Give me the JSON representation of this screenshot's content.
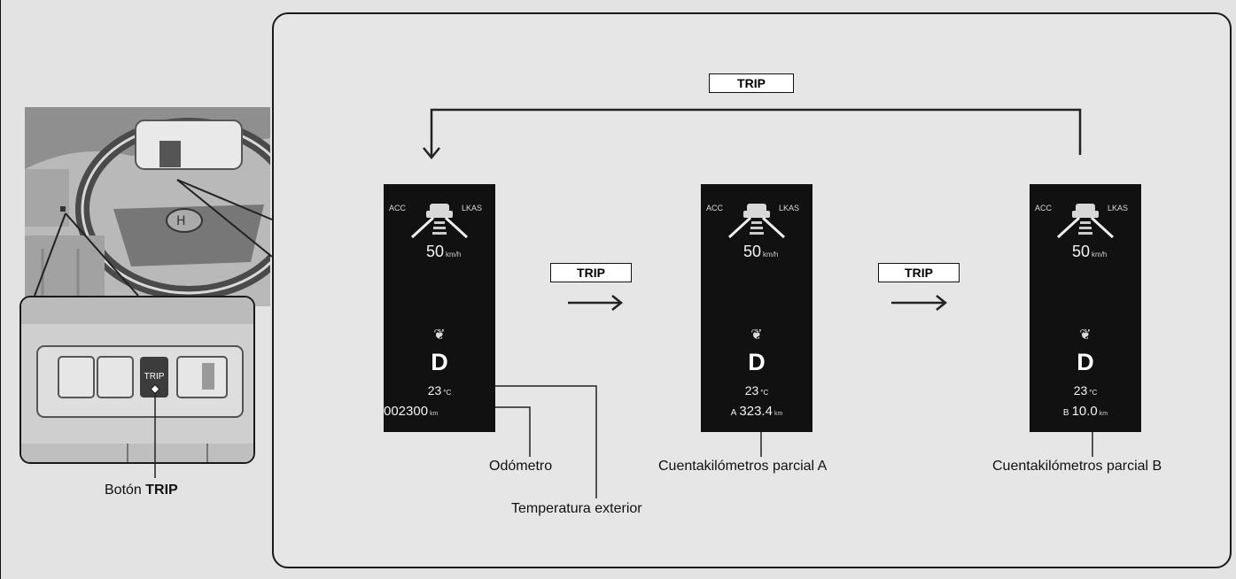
{
  "trip_button_label": "TRIP",
  "displays": [
    {
      "acc": "ACC",
      "lkas": "LKAS",
      "speed": "50",
      "speed_unit": "km/h",
      "gear": "D",
      "temp": "23",
      "temp_unit": "°C",
      "prefix": "",
      "counter": "002300",
      "counter_unit": "km"
    },
    {
      "acc": "ACC",
      "lkas": "LKAS",
      "speed": "50",
      "speed_unit": "km/h",
      "gear": "D",
      "temp": "23",
      "temp_unit": "°C",
      "prefix": "A",
      "counter": "323.4",
      "counter_unit": "km"
    },
    {
      "acc": "ACC",
      "lkas": "LKAS",
      "speed": "50",
      "speed_unit": "km/h",
      "gear": "D",
      "temp": "23",
      "temp_unit": "°C",
      "prefix": "B",
      "counter": "10.0",
      "counter_unit": "km"
    }
  ],
  "labels": {
    "odometer": "Odómetro",
    "outside_temp": "Temperatura exterior",
    "trip_a": "Cuentakilómetros parcial A",
    "trip_b": "Cuentakilómetros parcial B",
    "button_prefix": "Botón",
    "button_name": "TRIP"
  },
  "inset": {
    "key_label": "TRIP"
  }
}
